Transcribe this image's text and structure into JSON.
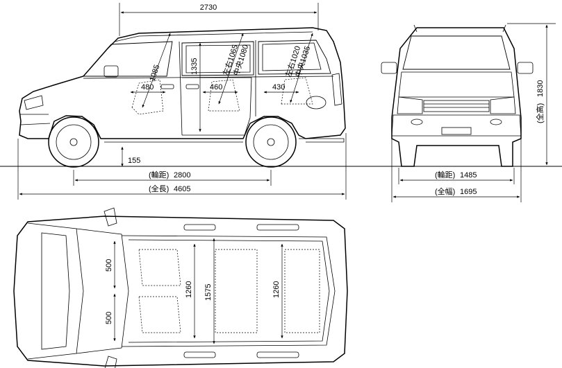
{
  "side_view": {
    "wheelbase_top": "2730",
    "wheelbase_label": "(輪距)",
    "wheelbase_value": "2800",
    "length_label": "(全長)",
    "length_value": "4605",
    "ground_clearance": "155",
    "interior_height": "1335",
    "front_seat_height": "1085",
    "front_seat_width": "480",
    "middle_seat_width": "460",
    "rear_seat_width": "430",
    "middle_seat_height_lr": "左右1065",
    "middle_seat_height_center": "中央1080",
    "rear_seat_height_lr": "左右1020",
    "rear_seat_height_center": "中央1035"
  },
  "front_view": {
    "height_label": "(全高)",
    "height_value": "1830",
    "track_label": "(輪距)",
    "track_value": "1485",
    "width_label": "(全幅)",
    "width_value": "1695"
  },
  "top_view": {
    "front_seat_width_left": "500",
    "front_seat_width_right": "500",
    "front_row_width": "1260",
    "cabin_width": "1575",
    "rear_row_width": "1260"
  }
}
